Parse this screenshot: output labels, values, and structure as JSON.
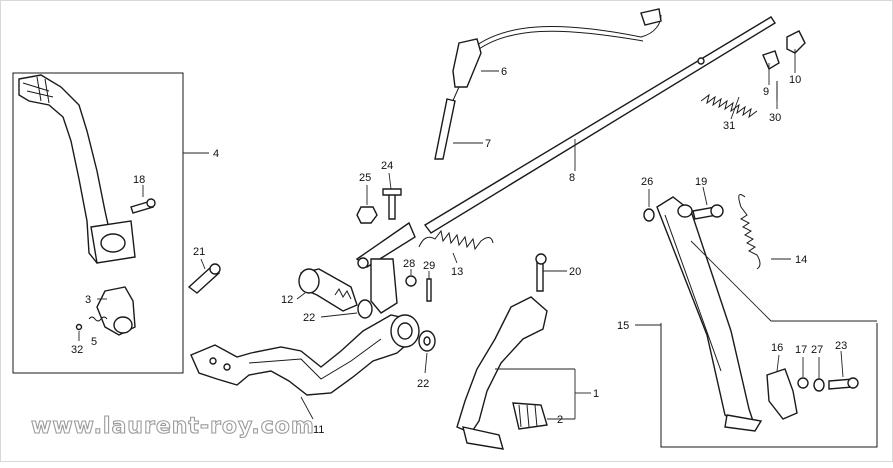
{
  "diagram": {
    "callouts": [
      "1",
      "2",
      "3",
      "4",
      "5",
      "6",
      "7",
      "8",
      "9",
      "10",
      "11",
      "12",
      "13",
      "14",
      "15",
      "16",
      "17",
      "18",
      "19",
      "20",
      "21",
      "22",
      "22",
      "23",
      "24",
      "25",
      "26",
      "27",
      "28",
      "29",
      "30",
      "31",
      "32"
    ]
  },
  "watermark": {
    "text": "www.laurent-roy.com"
  }
}
